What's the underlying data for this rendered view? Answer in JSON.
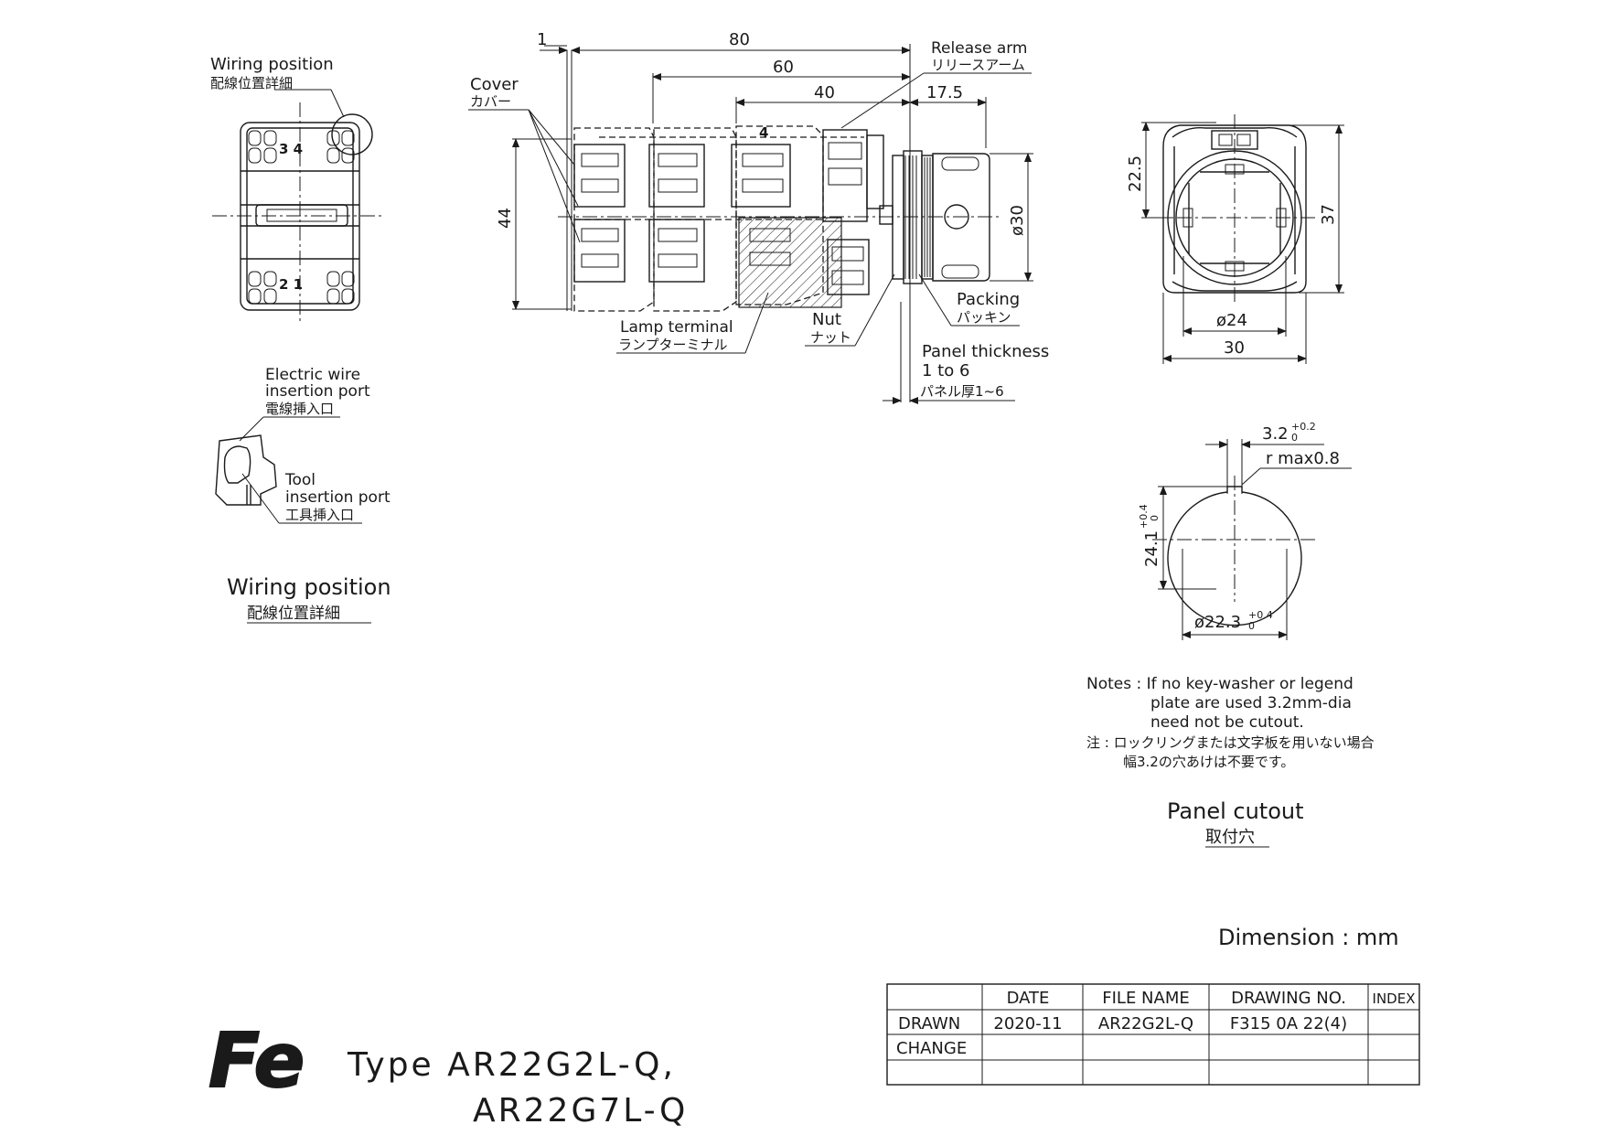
{
  "labels": {
    "wiring_position_top_en": "Wiring position",
    "wiring_position_top_jp": "配線位置詳細",
    "terminal_34": "3 4",
    "terminal_12": "2 1",
    "cover_en": "Cover",
    "cover_jp": "カバー",
    "release_arm_en": "Release arm",
    "release_arm_jp": "リリースアーム",
    "lamp_terminal_en": "Lamp terminal",
    "lamp_terminal_jp": "ランプターミナル",
    "nut_en": "Nut",
    "nut_jp": "ナット",
    "packing_en": "Packing",
    "packing_jp": "パッキン",
    "panel_thickness_en1": "Panel thickness",
    "panel_thickness_en2": "1 to 6",
    "panel_thickness_jp": "パネル厚1~6",
    "electric_wire_en1": "Electric wire",
    "electric_wire_en2": "insertion port",
    "electric_wire_jp": "電線挿入口",
    "tool_en1": "Tool",
    "tool_en2": "insertion port",
    "tool_jp": "工具挿入口",
    "wiring_position_en": "Wiring position",
    "wiring_position_jp": "配線位置詳細",
    "panel_cutout_en": "Panel cutout",
    "panel_cutout_jp": "取付穴",
    "dimension_unit": "Dimension : mm",
    "r_max": "r max0.8",
    "terminal_4": "4"
  },
  "dimensions": {
    "d1": "1",
    "d80": "80",
    "d60": "60",
    "d40": "40",
    "d17_5": "17.5",
    "d44": "44",
    "d30_dia": "ø30",
    "d22_5": "22.5",
    "d37": "37",
    "d24_dia": "ø24",
    "d30": "30",
    "d3_2": "3.2",
    "d3_2_tol_up": "+0.2",
    "d3_2_tol_low": "0",
    "d24_1": "24.1",
    "d24_1_tol_up": "+0.4",
    "d24_1_tol_low": "0",
    "d22_3": "ø22.3",
    "d22_3_tol_up": "+0.4",
    "d22_3_tol_low": "0"
  },
  "notes": {
    "line1": "Notes : If no key-washer or legend",
    "line2": "plate are used 3.2mm-dia",
    "line3": "need not be cutout.",
    "line4": "注 : ロックリングまたは文字板を用いない場合",
    "line5": "幅3.2の穴あけは不要です。"
  },
  "title_block": {
    "headers": [
      "",
      "DATE",
      "FILE NAME",
      "DRAWING NO.",
      "INDEX"
    ],
    "rows": [
      [
        "DRAWN",
        "2020-11",
        "AR22G2L-Q",
        "F315 0A 22(4)",
        ""
      ],
      [
        "CHANGE",
        "",
        "",
        "",
        ""
      ],
      [
        "",
        "",
        "",
        "",
        ""
      ]
    ]
  },
  "product": {
    "logo": "Fe",
    "type_line1": "Type AR22G2L-Q,",
    "type_line2": "AR22G7L-Q"
  }
}
